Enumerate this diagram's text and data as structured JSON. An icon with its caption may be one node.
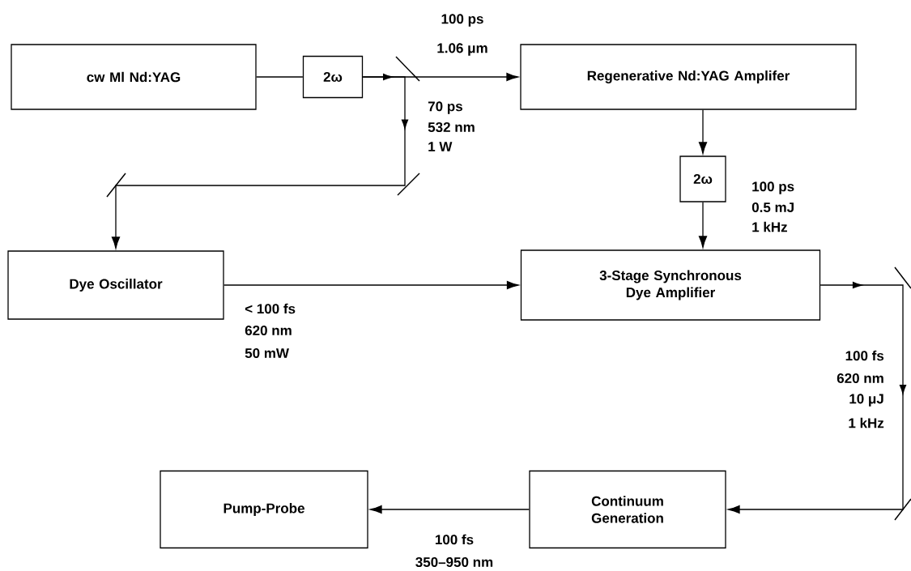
{
  "diagram": {
    "nodes": [
      {
        "text": [
          "cw Ml Nd:YAG"
        ]
      },
      {
        "text": [
          "2ω"
        ]
      },
      {
        "text": [
          "Regenerative Nd:YAG Amplifer"
        ]
      },
      {
        "text": [
          "2ω"
        ]
      },
      {
        "text": [
          "Dye Oscillator"
        ]
      },
      {
        "text": [
          "3-Stage Synchronous Dye Amplifier"
        ]
      },
      {
        "text": [
          "Continuum Generation"
        ]
      },
      {
        "text": [
          "Pump-Probe"
        ]
      }
    ],
    "edges": [
      {
        "from": 0,
        "to": 1,
        "arrow": "none"
      },
      {
        "from": 1,
        "to": 2,
        "arrow": "to"
      },
      {
        "from": 1,
        "to": 4,
        "arrow": "to"
      },
      {
        "from": 2,
        "to": 3,
        "arrow": "to"
      },
      {
        "from": 3,
        "to": 5,
        "arrow": "to"
      },
      {
        "from": 4,
        "to": 5,
        "arrow": "to"
      },
      {
        "from": 5,
        "to": 6,
        "arrow": "to"
      },
      {
        "from": 6,
        "to": 7,
        "arrow": "to"
      }
    ],
    "labels": [
      "100 ps",
      "1.06 μm",
      "70 ps",
      "532 nm",
      "1 W",
      "100 ps",
      "0.5 mJ",
      "1 kHz",
      "< 100 fs",
      "620 nm",
      "50 mW",
      "100 fs",
      "620 nm",
      "10 μJ",
      "1 kHz",
      "100 fs",
      "350–950 nm"
    ]
  }
}
